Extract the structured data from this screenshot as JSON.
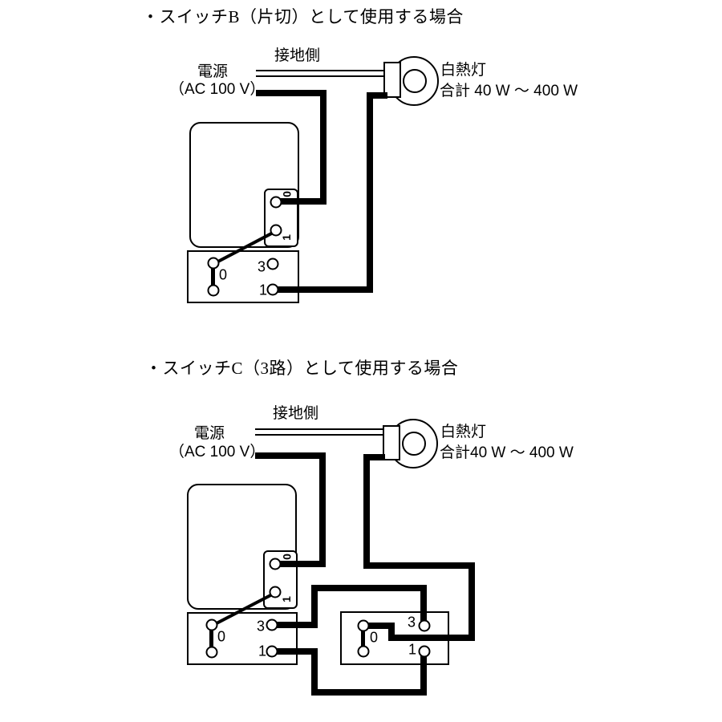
{
  "colors": {
    "ink": "#000000",
    "paper": "#ffffff"
  },
  "diagram_b": {
    "title": "・スイッチB（片切）として使用する場合",
    "ground_label": "接地側",
    "power_label": "電源",
    "power_rating": "（AC 100 V）",
    "lamp_label": "白熱灯",
    "lamp_rating": "合計 40 W ～ 400 W",
    "unit_terminals": {
      "t0": "0",
      "t1": "1"
    },
    "block_terminals": {
      "common": "0",
      "t3": "3",
      "t1": "1"
    }
  },
  "diagram_c": {
    "title": "・スイッチC（3路）として使用する場合",
    "ground_label": "接地側",
    "power_label": "電源",
    "power_rating": "（AC 100 V）",
    "lamp_label": "白熱灯",
    "lamp_rating": "合計40 W ～ 400 W",
    "unit_terminals": {
      "t0": "0",
      "t1": "1"
    },
    "block_left_terminals": {
      "common": "0",
      "t3": "3",
      "t1": "1"
    },
    "block_right_terminals": {
      "common": "0",
      "t3": "3",
      "t1": "1"
    }
  }
}
